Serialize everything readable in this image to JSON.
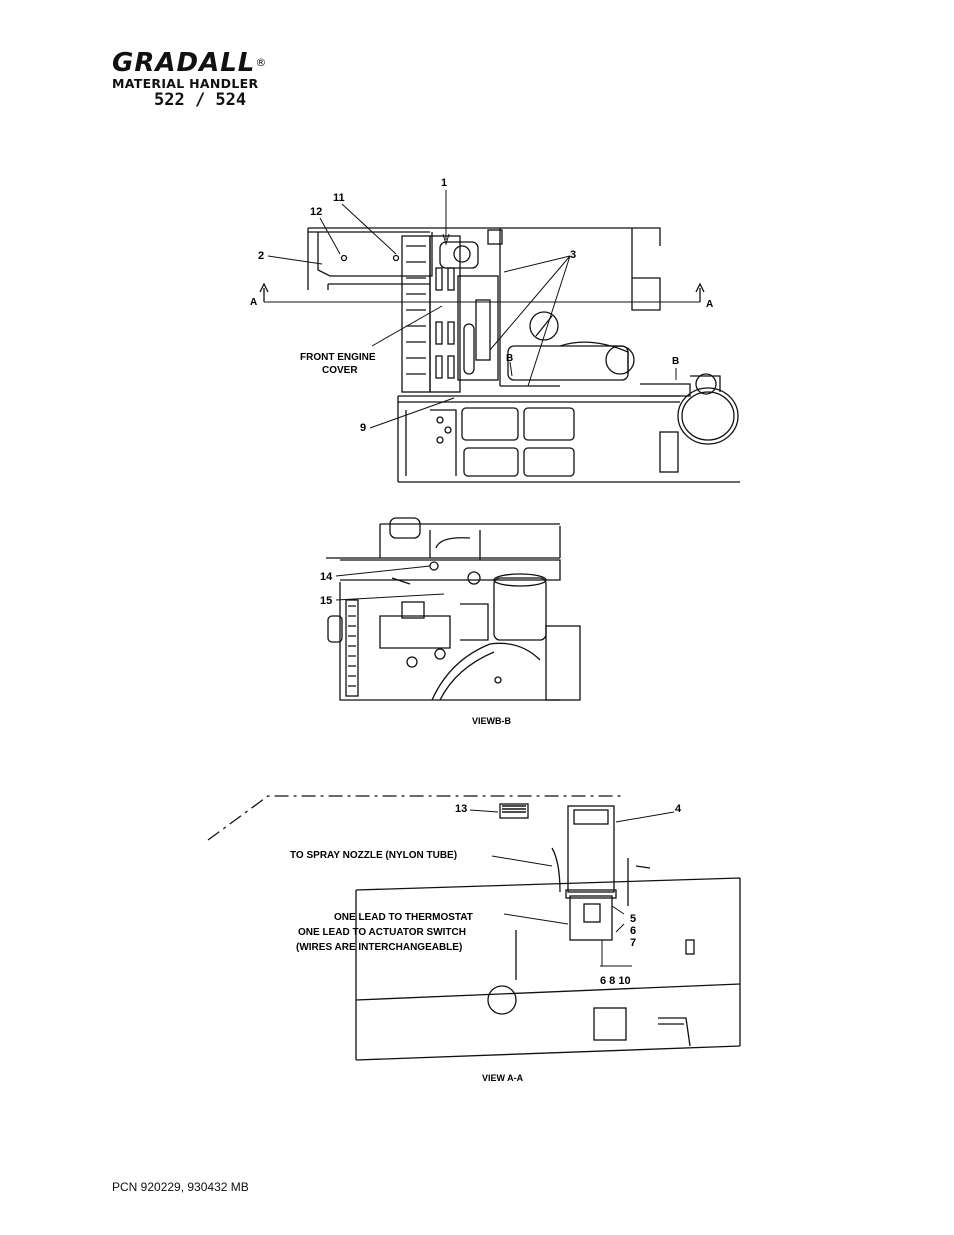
{
  "header": {
    "brand": "GRADALL",
    "registered": "®",
    "product": "MATERIAL HANDLER",
    "model": "522 / 524"
  },
  "top_view": {
    "callouts": [
      "1",
      "11",
      "12",
      "2",
      "3",
      "9"
    ],
    "section_marks": [
      "A",
      "A",
      "B",
      "B"
    ],
    "label_front_engine_cover": [
      "FRONT ENGINE",
      "COVER"
    ]
  },
  "view_bb": {
    "callouts": [
      "14",
      "15"
    ],
    "caption": "VIEWB-B"
  },
  "view_aa": {
    "callouts": [
      "13",
      "4",
      "5",
      "6",
      "7",
      "6 8 10"
    ],
    "label_spray": "TO SPRAY NOZZLE (NYLON TUBE)",
    "label_wires": [
      "ONE LEAD TO THERMOSTAT",
      "ONE LEAD TO ACTUATOR SWITCH",
      "(WIRES ARE INTERCHANGEABLE)"
    ],
    "caption": "VIEW A-A"
  },
  "footer": {
    "pcn": "PCN 920229, 930432 MB"
  }
}
